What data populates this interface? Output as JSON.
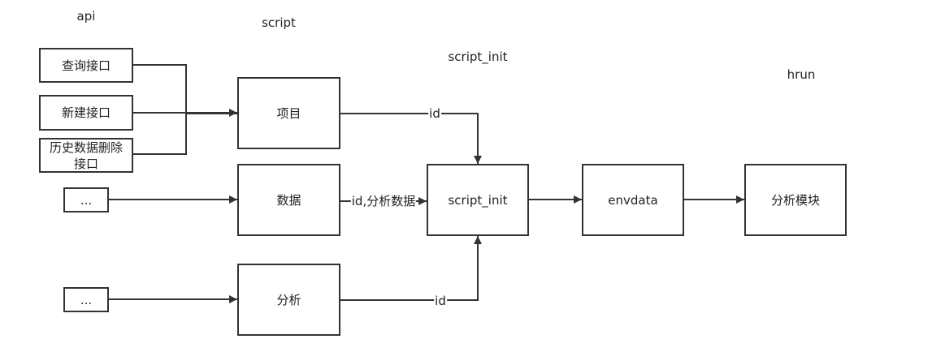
{
  "columns": {
    "api": "api",
    "script": "script",
    "script_init": "script_init",
    "hrun": "hrun"
  },
  "nodes": {
    "query_api": "查询接口",
    "create_api": "新建接口",
    "history_delete_api": "历史数据删除接口",
    "more_1": "...",
    "more_2": "...",
    "project": "项目",
    "data": "数据",
    "analysis": "分析",
    "script_init": "script_init",
    "envdata": "envdata",
    "analysis_module": "分析模块"
  },
  "edges": {
    "project_to_init": "id",
    "data_to_init": "id,分析数据",
    "analysis_to_init": "id"
  }
}
